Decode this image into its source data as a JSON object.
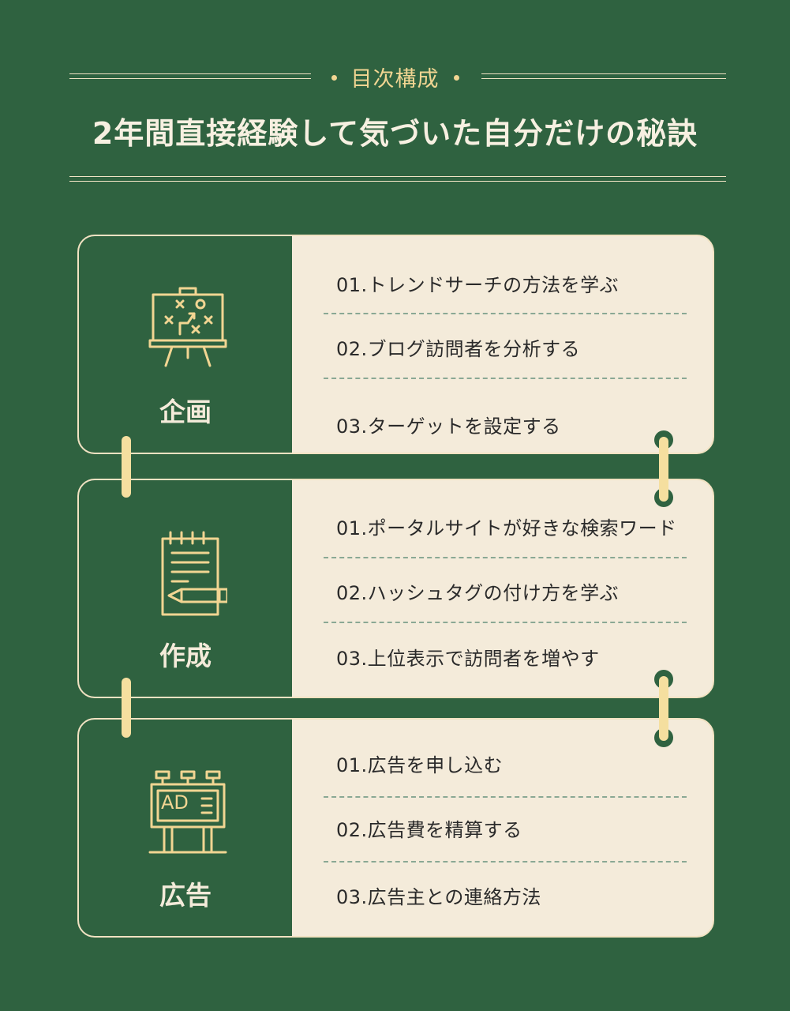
{
  "header": {
    "eyebrow": "目次構成",
    "title": "2年間直接経験して気づいた自分だけの秘訣"
  },
  "colors": {
    "background": "#2f6240",
    "card": "#f4ebda",
    "accent": "#f1d592"
  },
  "sections": [
    {
      "category": "企画",
      "icon": "strategy-board-icon",
      "items": [
        "01.トレンドサーチの方法を学ぶ",
        "02.ブログ訪問者を分析する",
        "03.ターゲットを設定する"
      ]
    },
    {
      "category": "作成",
      "icon": "notepad-pencil-icon",
      "items": [
        "01.ポータルサイトが好きな検索ワード",
        "02.ハッシュタグの付け方を学ぶ",
        "03.上位表示で訪問者を増やす"
      ]
    },
    {
      "category": "広告",
      "icon": "billboard-ad-icon",
      "items": [
        "01.広告を申し込む",
        "02.広告費を精算する",
        "03.広告主との連絡方法"
      ],
      "icon_text": "AD"
    }
  ]
}
